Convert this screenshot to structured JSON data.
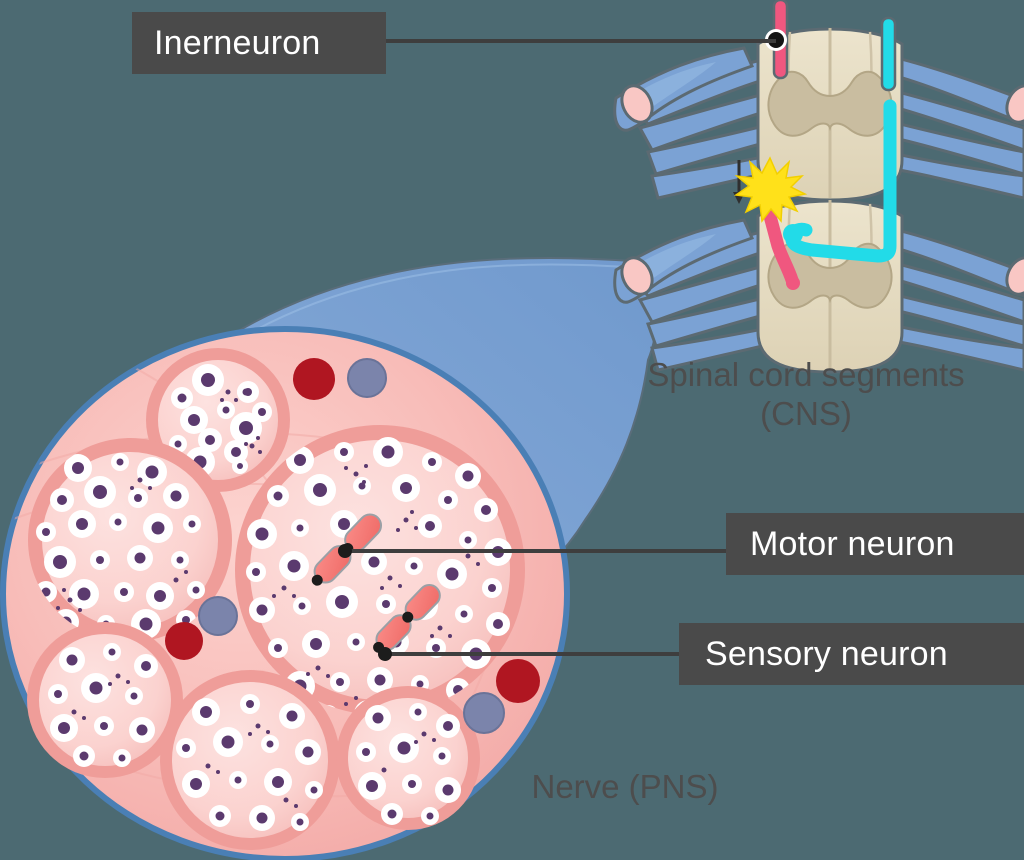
{
  "figure": {
    "title_alt": "Reflex arc: nerve (PNS) and spinal cord segments (CNS)",
    "background_color": "#4c6a72"
  },
  "labels": {
    "interneuron": "Inerneuron",
    "motor_neuron": "Motor neuron",
    "sensory_neuron": "Sensory neuron",
    "spinal_cord_line1": "Spinal cord segments",
    "spinal_cord_line2": "(CNS)",
    "nerve": "Nerve (PNS)"
  },
  "colors": {
    "background": "#4c6a72",
    "label_box": "#4a4a4a",
    "label_box_text": "#ffffff",
    "plain_label_text": "#4d4d4d",
    "leader_line": "#3e3e3e",
    "nerve_epineurium": "#f6b8b4",
    "nerve_outline": "#4a7fb5",
    "perineurium": "#ef9d99",
    "endoneurium": "#fbd3d0",
    "axon_ring": "#ffffff",
    "axon_core": "#5b3a6e",
    "highlight_axon": "#f4726e",
    "blood_vessel_red": "#b01621",
    "blood_vessel_blue": "#7b84ab",
    "funnel_blue": "#7ba2d4",
    "spinal_white_matter": "#e6ddc4",
    "spinal_gray_matter": "#c9bda0",
    "nerve_root_blue": "#7ba2d4",
    "root_tip_pink": "#f7c3c0",
    "sensory_path": "#f0577f",
    "motor_path": "#22dbe8",
    "stimulus_star": "#ffe11a",
    "marker_dot": "#141414"
  },
  "annotations": {
    "interneuron_marker": "black-dot-with-white-ring",
    "stimulus": "yellow-starburst-with-down-arrow",
    "sensory_path_color": "#f0577f",
    "motor_path_color": "#22dbe8"
  },
  "structures": {
    "nerve_fascicle_count": 6,
    "spinal_segment_count": 2,
    "highlighted_axons": [
      "motor",
      "sensory"
    ]
  }
}
